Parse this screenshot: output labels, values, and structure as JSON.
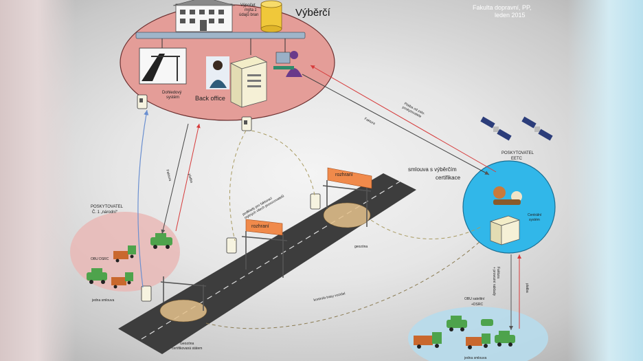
{
  "header": {
    "credit_line1": "Fakulta dopravní, PP,",
    "credit_line2": "leden 2015"
  },
  "operator": {
    "title": "Výběrčí",
    "data_note_line1": "Výpočet",
    "data_note_line2": "mýta z",
    "data_note_line3": "údajů bran",
    "system_line1": "Dohledový",
    "system_line2": "systém",
    "back_office": "Back office"
  },
  "labels": {
    "faktura1": "Faktura",
    "platba1": "platba",
    "faktura2": "Faktura",
    "platba_provider": "Platba od zahr.\nposkytovatele",
    "contract_line1": "smlouva s výběrčím",
    "contract_line2": "certifikace",
    "podklady": "podklady pro fakturaci\nmýtných všech provozovatelů",
    "rozhrani1": "rozhraní",
    "rozhrani2": "rozhraní",
    "geozona": "geozóna",
    "kontrola": "kontrola trasy vozidel",
    "geozona_cert_line1": "Geozóna",
    "geozona_cert_line2": "certifikovaná státem",
    "faktura_naklady": "Faktura\n+ provozní náklady",
    "platba3": "platba"
  },
  "provider_left": {
    "title_line1": "POSKYTOVATEL",
    "title_line2": "Č. 1 „národní“",
    "obu_label": "OBU DSRC",
    "bottom_label": "jedna smlouva"
  },
  "provider_right": {
    "title_line1": "POSKYTOVATEL",
    "title_line2": "EETC",
    "central_line1": "Centrální",
    "central_line2": "systém",
    "obu_line1": "OBU satelitní",
    "obu_line2": "+DSRC",
    "bottom_label": "jedna smlouva"
  },
  "colors": {
    "operator_ellipse": "#e29b96",
    "provider_circle": "#2fb7ea",
    "sign_orange": "#f08a4b",
    "road": "#3b3b3b",
    "truck_green": "#4ea34c"
  }
}
